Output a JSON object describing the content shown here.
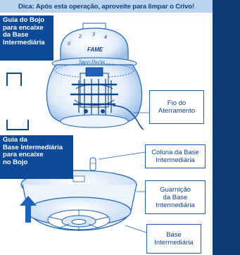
{
  "tip": {
    "text": "Dica: Após esta operação, aproveite para limpar o Crivo!"
  },
  "labels": {
    "guia_bojo": [
      "Guia do Bojo",
      "para encaixe",
      "da Base",
      "Intermediária"
    ],
    "guia_base": [
      "Guia da",
      "Base Intermediária",
      "para encaixe",
      "no Bojo"
    ],
    "fio": [
      "Fio do",
      "Aterramento"
    ],
    "coluna": [
      "Coluna da Base",
      "Intermediária"
    ],
    "guarnicao": [
      "Guarnição",
      "da Base",
      "Intermediária"
    ],
    "base": [
      "Base",
      "Intermediária"
    ]
  },
  "product": {
    "brand_logo": "FAME",
    "model_logo": "Super Ducha",
    "dial_numbers": [
      "0",
      "2",
      "3",
      "4"
    ]
  },
  "colors": {
    "banner_bg": "#b9d2ee",
    "banner_text": "#0f3e80",
    "label_dark_bg": "#0d4a99",
    "accent_blue": "#1d62b5",
    "side_bar": "#0d3a74",
    "arrow": "#1a64c0"
  }
}
